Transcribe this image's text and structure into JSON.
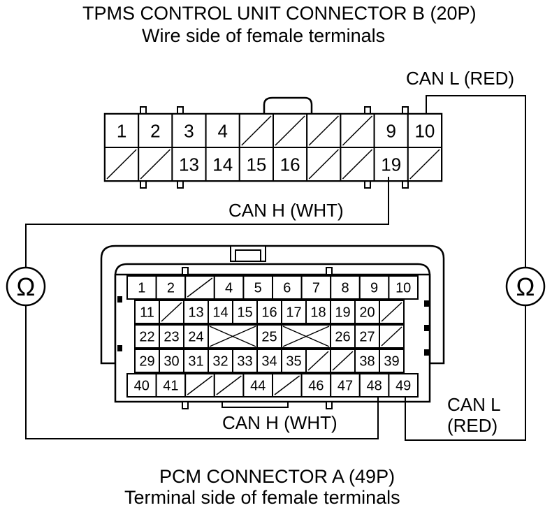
{
  "top_connector": {
    "title": "TPMS CONTROL UNIT CONNECTOR B (20P)",
    "subtitle": "Wire side of female terminals",
    "row1": [
      "1",
      "2",
      "3",
      "4",
      "",
      "",
      "",
      "",
      "9",
      "10"
    ],
    "row2": [
      "",
      "",
      "13",
      "14",
      "15",
      "16",
      "",
      "",
      "19",
      ""
    ]
  },
  "bottom_connector": {
    "title": "PCM CONNECTOR A (49P)",
    "subtitle": "Terminal side of female terminals",
    "row1": [
      "1",
      "2",
      "",
      "4",
      "5",
      "6",
      "7",
      "8",
      "9",
      "10"
    ],
    "row2": [
      "11",
      "",
      "13",
      "14",
      "15",
      "16",
      "17",
      "18",
      "19",
      "20",
      ""
    ],
    "row3": [
      "22",
      "23",
      "24",
      "X",
      "25",
      "X",
      "26",
      "27",
      ""
    ],
    "row4": [
      "29",
      "30",
      "31",
      "32",
      "33",
      "34",
      "35",
      "",
      "",
      "38",
      "39"
    ],
    "row5": [
      "40",
      "41",
      "",
      "",
      "44",
      "",
      "46",
      "47",
      "48",
      "49"
    ]
  },
  "wires": {
    "can_l_top": "CAN L (RED)",
    "can_h_top": "CAN H (WHT)",
    "can_h_bottom": "CAN H (WHT)",
    "can_l_bottom_line1": "CAN L",
    "can_l_bottom_line2": "(RED)"
  },
  "meters": {
    "left_symbol": "Ω",
    "right_symbol": "Ω"
  }
}
